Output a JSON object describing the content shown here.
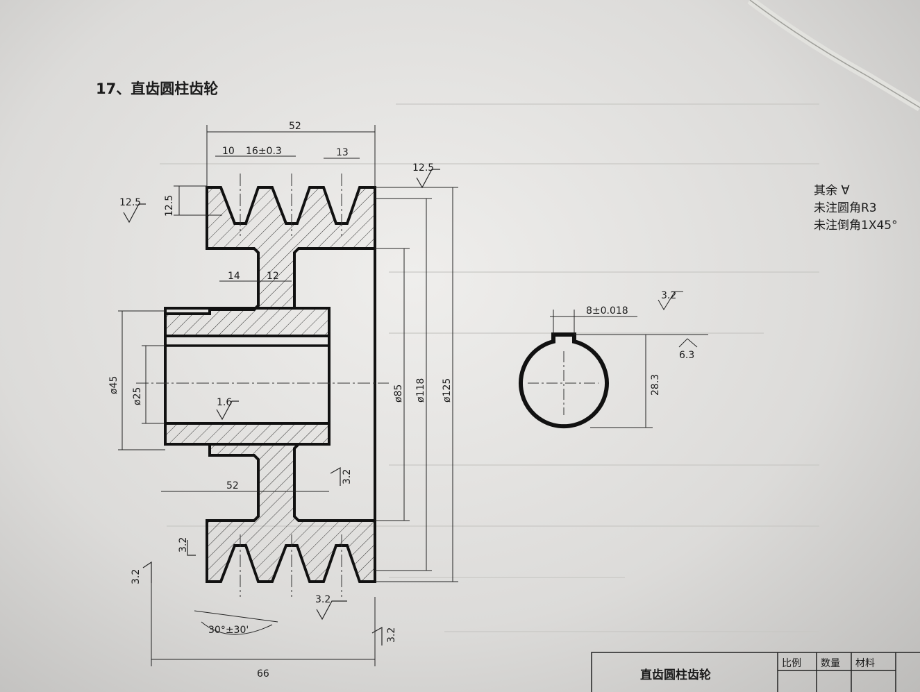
{
  "title": "17、直齿圆柱齿轮",
  "notes": {
    "line1": "其余",
    "line2": "未注圆角R3",
    "line3": "未注倒角1X45°"
  },
  "dimensions": {
    "overall_top": "52",
    "groove_pitch_a": "10",
    "groove_pitch_b": "16±0.3",
    "groove_width": "13",
    "groove_depth": "12.5",
    "rib_left": "14",
    "rib_right": "12",
    "hub_length": "52",
    "overall_bottom": "66",
    "groove_angle": "30°±30'",
    "dia_hub": "ø45",
    "dia_bore": "ø25",
    "dia_85": "ø85",
    "dia_118": "ø118",
    "dia_125": "ø125",
    "key_width": "8±0.018",
    "key_depth": "28.3"
  },
  "roughness": {
    "top": "12.5",
    "left": "12.5",
    "bore": "1.6",
    "web": "3.2",
    "groove_left_a": "3.2",
    "groove_left_b": "3.2",
    "groove_bottom": "3.2",
    "side_right": "3.2",
    "key_top": "3.2",
    "key_side": "6.3"
  },
  "title_block": {
    "name": "直齿圆柱齿轮",
    "col_scale": "比例",
    "col_qty": "数量",
    "col_material": "材料"
  }
}
